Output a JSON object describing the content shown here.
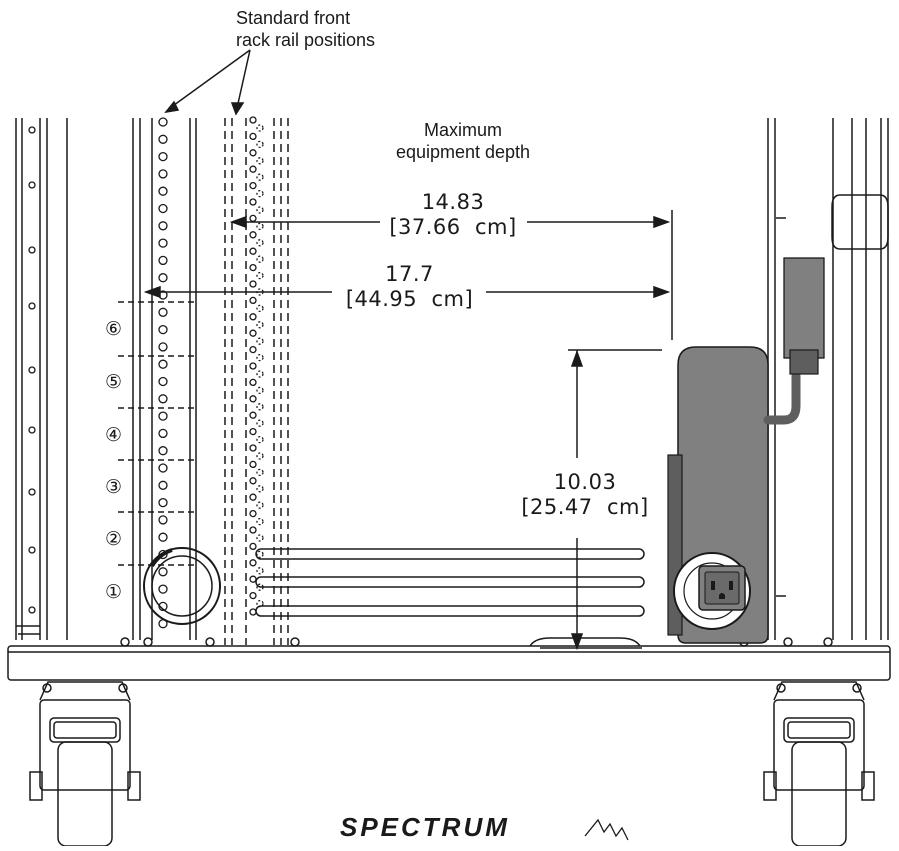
{
  "annotations": {
    "rail_positions": [
      "Standard front",
      "rack rail positions"
    ],
    "max_depth": [
      "Maximum",
      "equipment depth"
    ],
    "dim_14_83": [
      "14.83",
      "[37.66  cm]"
    ],
    "dim_17_7": [
      "17.7",
      "[44.95  cm]"
    ],
    "dim_10_03": [
      "10.03",
      "[25.47  cm]"
    ]
  },
  "position_markers": [
    "⑥",
    "⑤",
    "④",
    "③",
    "②",
    "①"
  ],
  "brand": "SPECTRUM",
  "colors": {
    "line": "#1a1a1a",
    "pdu_fill": "#808080",
    "pdu_dark": "#5e5e5e",
    "background": "#ffffff"
  }
}
